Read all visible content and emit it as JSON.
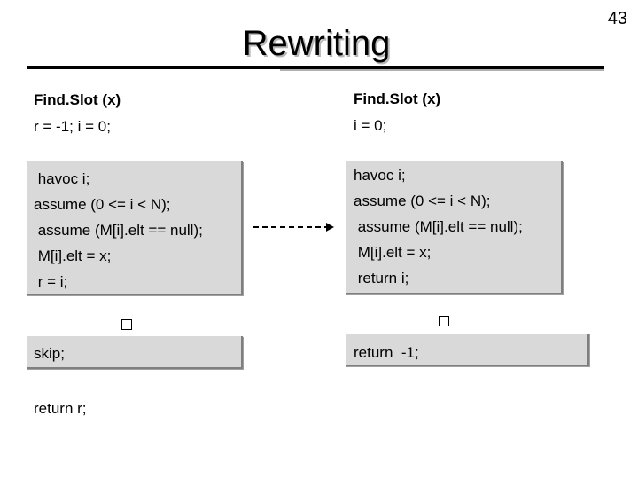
{
  "slide_number": "43",
  "title": "Rewriting",
  "left": {
    "header_line1": "Find.Slot (x)",
    "header_line2": "r = -1; i = 0;",
    "block_lines": [
      " havoc i;",
      "assume (0 <= i < N);",
      " assume (M[i].elt == null);",
      " M[i].elt = x;",
      " r = i;"
    ],
    "skip_text": "skip;",
    "return_text": "return r;"
  },
  "right": {
    "header_line1": "Find.Slot (x)",
    "header_line2": "i = 0;",
    "block_lines": [
      "havoc i;",
      "assume (0 <= i < N);",
      " assume (M[i].elt == null);",
      " M[i].elt = x;",
      " return i;"
    ],
    "return_text": "return  -1;"
  }
}
